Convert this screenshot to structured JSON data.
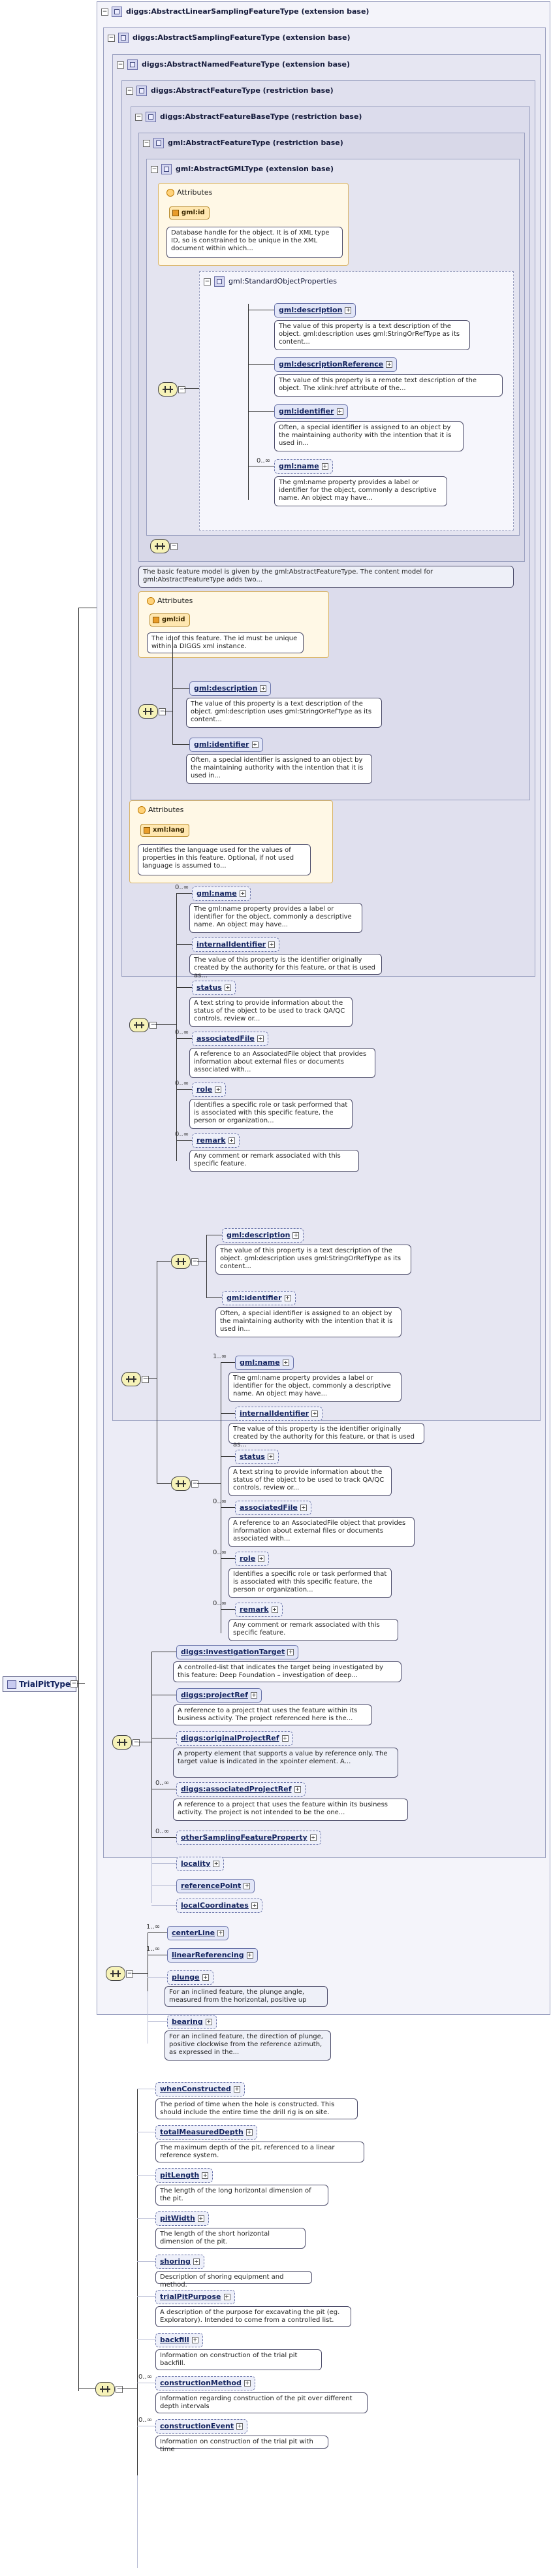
{
  "root": {
    "label": "TrialPitType"
  },
  "extensions": [
    "diggs:AbstractLinearSamplingFeatureType (extension base)",
    "diggs:AbstractSamplingFeatureType (extension base)",
    "diggs:AbstractNamedFeatureType (extension base)",
    "diggs:AbstractFeatureType (restriction base)",
    "diggs:AbstractFeatureBaseType (restriction base)",
    "gml:AbstractFeatureType (restriction base)",
    "gml:AbstractGMLType (extension base)"
  ],
  "attributes_label": "Attributes",
  "gml_attr": {
    "name": "gml:id",
    "desc": "Database handle for the object. It is of XML type ID, so is constrained to be unique in the XML document within which..."
  },
  "std_group": {
    "label": "gml:StandardObjectProperties"
  },
  "std_items": [
    {
      "name": "gml:description",
      "desc": "The value of this property is a text description of the object. gml:description uses gml:StringOrRefType as its content..."
    },
    {
      "name": "gml:descriptionReference",
      "desc": "The value of this property is a remote text description of the object. The xlink:href attribute of the..."
    },
    {
      "name": "gml:identifier",
      "desc": "Often, a special identifier is assigned to an object by the maintaining authority with the intention that it is used in..."
    },
    {
      "name": "gml:name",
      "card": "0..∞",
      "desc": "The gml:name property provides a label or identifier for the object, commonly a descriptive name. An object may have..."
    }
  ],
  "feature_base_desc": "The basic feature model is given by the gml:AbstractFeatureType. The content model for gml:AbstractFeatureType adds two...",
  "diggs_attr": {
    "name": "gml:id",
    "desc": "The id of this feature. The id must be unique within a DIGGS xml instance."
  },
  "abs_feature_items": [
    {
      "name": "gml:description",
      "desc": "The value of this property is a text description of the object. gml:description uses gml:StringOrRefType as its content..."
    },
    {
      "name": "gml:identifier",
      "desc": "Often, a special identifier is assigned to an object by the maintaining authority with the intention that it is used in..."
    }
  ],
  "lang_attr": {
    "name": "xml:lang",
    "desc": "Identifies the language used for the values of properties in this feature. Optional, if not used language is assumed to..."
  },
  "named_items": [
    {
      "name": "gml:name",
      "card": "0..∞",
      "desc": "The gml:name property provides a label or identifier for the object, commonly a descriptive name. An object may have..."
    },
    {
      "name": "internalIdentifier",
      "desc": "The value of this property is the identifier originally created by the authority for this feature, or that is used as..."
    },
    {
      "name": "status",
      "desc": "A text string to provide information about the status of the object to be used to track QA/QC controls, review or..."
    },
    {
      "name": "associatedFile",
      "card": "0..∞",
      "desc": "A reference to an AssociatedFile object that provides information about external files or documents associated with..."
    },
    {
      "name": "role",
      "card": "0..∞",
      "desc": "Identifies a specific role or task performed that is associated with this specific feature, the person or organization..."
    },
    {
      "name": "remark",
      "card": "0..∞",
      "desc": "Any comment or remark associated with this specific feature."
    }
  ],
  "mid_items_a": [
    {
      "name": "gml:description",
      "desc": "The value of this property is a text description of the object. gml:description uses gml:StringOrRefType as its content..."
    },
    {
      "name": "gml:identifier",
      "desc": "Often, a special identifier is assigned to an object by the maintaining authority with the intention that it is used in..."
    }
  ],
  "mid_items_b": [
    {
      "name": "gml:name",
      "card": "1..∞",
      "desc": "The gml:name property provides a label or identifier for the object, commonly a descriptive name. An object may have..."
    },
    {
      "name": "internalIdentifier",
      "desc": "The value of this property is the identifier originally created by the authority for this feature, or that is used as..."
    },
    {
      "name": "status",
      "desc": "A text string to provide information about the status of the object to be used to track QA/QC controls, review or..."
    },
    {
      "name": "associatedFile",
      "card": "0..∞",
      "desc": "A reference to an AssociatedFile object that provides information about external files or documents associated with..."
    },
    {
      "name": "role",
      "card": "0..∞",
      "desc": "Identifies a specific role or task performed that is associated with this specific feature, the person or organization..."
    },
    {
      "name": "remark",
      "card": "0..∞",
      "desc": "Any comment or remark associated with this specific feature."
    }
  ],
  "sampling_items": [
    {
      "name": "diggs:investigationTarget",
      "desc": "A controlled-list that indicates the target being investigated by this feature: Deep Foundation – investigation of deep..."
    },
    {
      "name": "diggs:projectRef",
      "desc": "A reference to a project that uses the feature within its business activity. The project referenced here is the..."
    },
    {
      "name": "diggs:originalProjectRef",
      "desc": "A property element that supports a value by reference only. The target value is indicated in the xpointer element. A..."
    },
    {
      "name": "diggs:associatedProjectRef",
      "card": "0..∞",
      "desc": "A reference to a project that uses the feature within its business activity. The project is not intended to be the one..."
    },
    {
      "name": "otherSamplingFeatureProperty",
      "card": "0..∞"
    },
    {
      "name": "locality"
    },
    {
      "name": "referencePoint"
    },
    {
      "name": "localCoordinates"
    }
  ],
  "linear_items": [
    {
      "name": "centerLine",
      "card": "1..∞"
    },
    {
      "name": "linearReferencing",
      "card": "1..∞"
    },
    {
      "name": "plunge",
      "desc": "For an inclined feature, the plunge angle, measured from the horizontal, positive up"
    },
    {
      "name": "bearing",
      "desc": "For an inclined feature, the direction of plunge, positive clockwise from the reference azimuth, as expressed in the..."
    }
  ],
  "trialpit_items": [
    {
      "name": "whenConstructed",
      "desc": "The period of time when the hole is constructed. This should include the entire time the drill rig is on site."
    },
    {
      "name": "totalMeasuredDepth",
      "desc": "The maximum depth of the pit, referenced to a linear reference system."
    },
    {
      "name": "pitLength",
      "desc": "The length of the long horizontal dimension of the pit."
    },
    {
      "name": "pitWidth",
      "desc": "The length of the short horizontal dimension of the pit."
    },
    {
      "name": "shoring",
      "desc": "Description of shoring equipment and method."
    },
    {
      "name": "trialPitPurpose",
      "desc": "A description of the purpose for excavating the pit (eg. Exploratory). Intended to come from a controlled list."
    },
    {
      "name": "backfill",
      "desc": "Information on construction of the trial pit backfill."
    },
    {
      "name": "constructionMethod",
      "card": "0..∞",
      "desc": "Information regarding construction of the pit over different depth intervals"
    },
    {
      "name": "constructionEvent",
      "card": "0..∞",
      "desc": "Information on construction of the trial pit with time"
    }
  ]
}
